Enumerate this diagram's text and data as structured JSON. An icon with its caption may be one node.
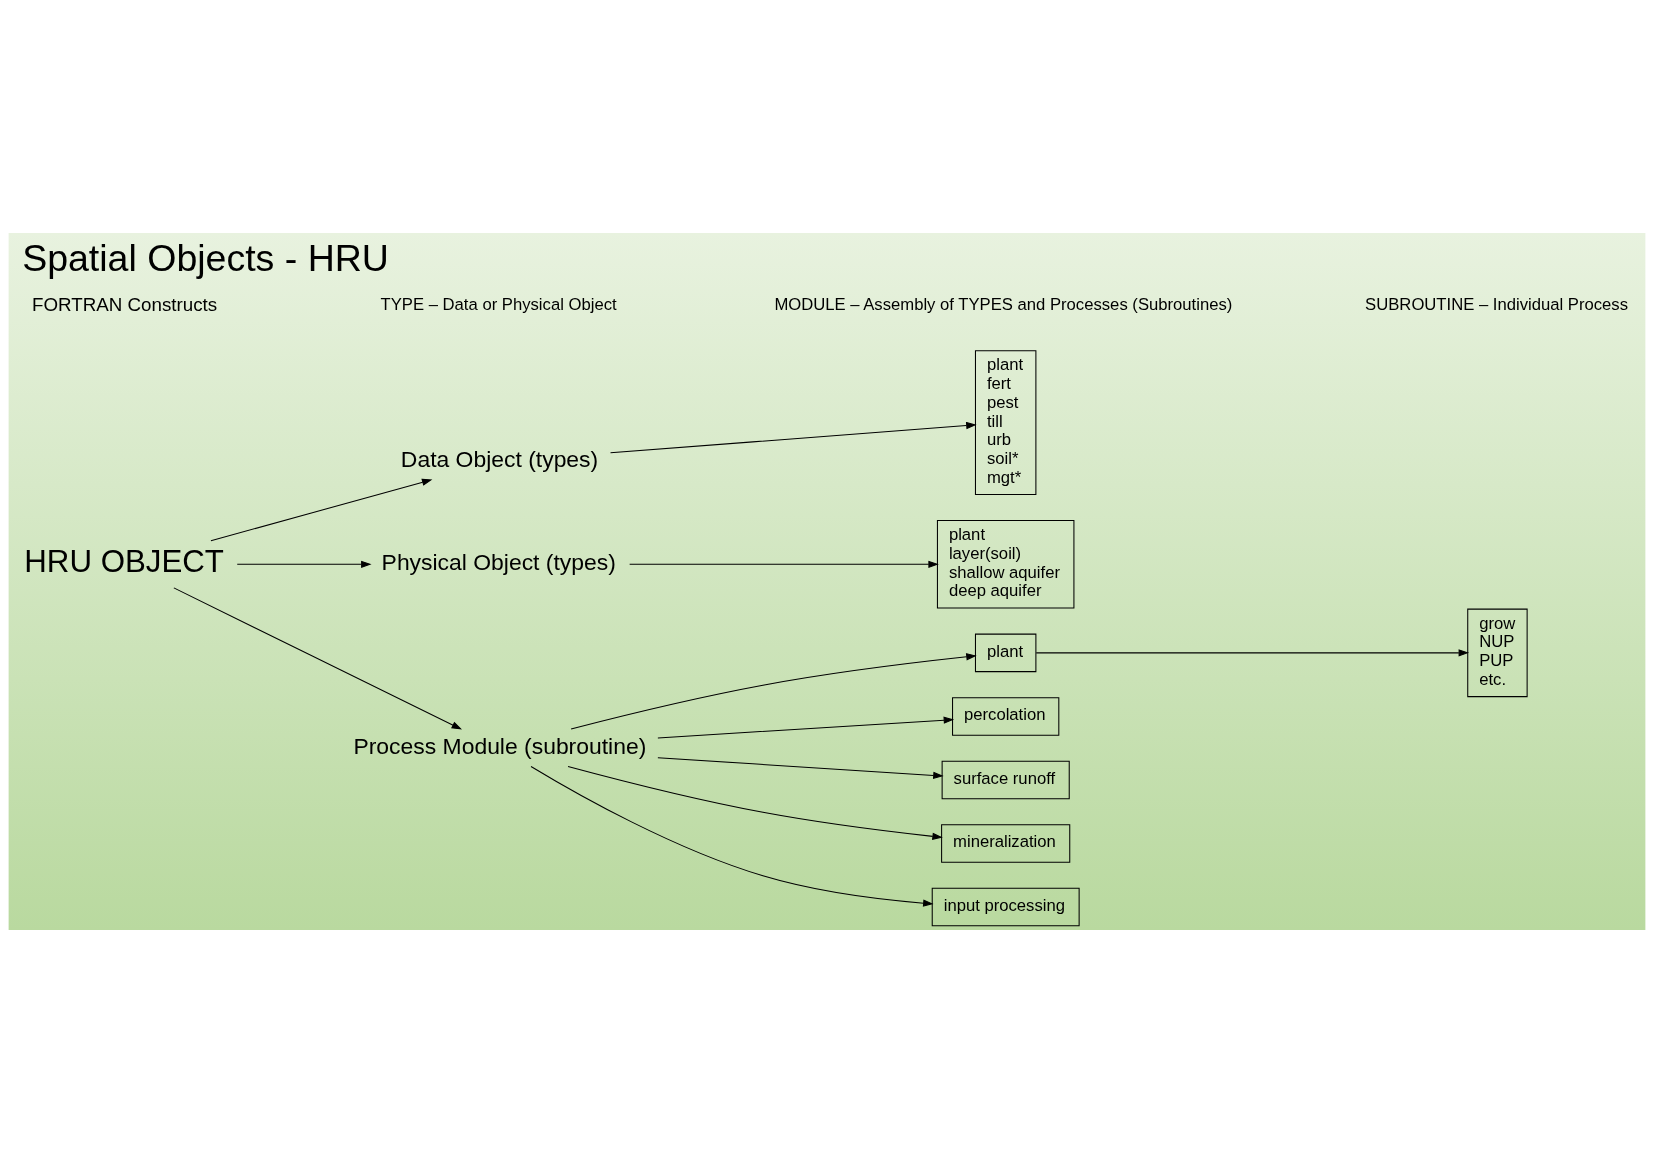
{
  "diagram": {
    "title": "Spatial Objects - HRU",
    "nodes": [
      {
        "text": [
          "HRU OBJECT"
        ]
      },
      {
        "text": [
          "Data Object (types)"
        ]
      },
      {
        "text": [
          "plant",
          "fert",
          "pest",
          "till",
          "urb",
          "soil*",
          "mgt*"
        ]
      },
      {
        "text": [
          "Physical Object (types)"
        ]
      },
      {
        "text": [
          "plant",
          "layer(soil)",
          "shallow aquifer",
          "deep aquifer"
        ]
      },
      {
        "text": [
          "Process Module (subroutine)"
        ]
      },
      {
        "text": [
          "plant"
        ]
      },
      {
        "text": [
          "grow",
          "NUP",
          "PUP",
          "etc."
        ]
      },
      {
        "text": [
          "percolation"
        ]
      },
      {
        "text": [
          "surface runoff"
        ]
      },
      {
        "text": [
          "mineralization"
        ]
      },
      {
        "text": [
          "input processing"
        ]
      }
    ],
    "edges": [
      {
        "from": 0,
        "to": 1,
        "arrow": "to"
      },
      {
        "from": 1,
        "to": 2,
        "arrow": "to"
      },
      {
        "from": 0,
        "to": 3,
        "arrow": "to"
      },
      {
        "from": 3,
        "to": 4,
        "arrow": "to"
      },
      {
        "from": 0,
        "to": 5,
        "arrow": "to"
      },
      {
        "from": 5,
        "to": 6,
        "arrow": "to"
      },
      {
        "from": 6,
        "to": 7,
        "arrow": "to"
      },
      {
        "from": 5,
        "to": 8,
        "arrow": "to"
      },
      {
        "from": 5,
        "to": 9,
        "arrow": "to"
      },
      {
        "from": 5,
        "to": 10,
        "arrow": "to"
      },
      {
        "from": 5,
        "to": 11,
        "arrow": "to"
      }
    ],
    "labels": [
      "FORTRAN Constructs",
      "TYPE – Data or Physical Object",
      "MODULE – Assembly of TYPES and Processes (Subroutines)",
      "SUBROUTINE – Individual Process"
    ]
  }
}
